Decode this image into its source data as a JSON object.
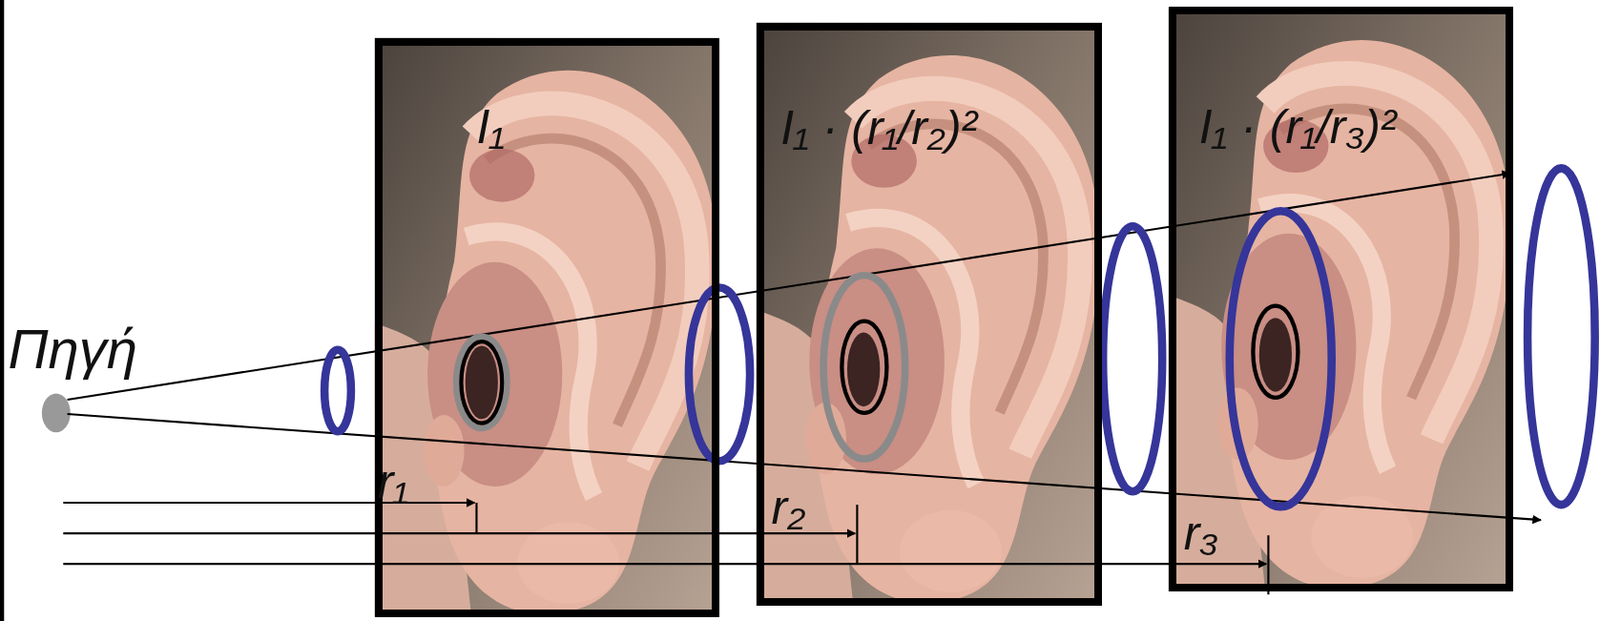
{
  "diagram": {
    "nodes": [
      {
        "text": [
          "I₁"
        ]
      },
      {
        "text": [
          "I₁ · (r₁/r₂)²"
        ]
      },
      {
        "text": [
          "I₁ · (r₁/r₃)²"
        ]
      }
    ],
    "labels": [
      "Πηγή",
      "r₁",
      "r₂",
      "r₃"
    ]
  }
}
